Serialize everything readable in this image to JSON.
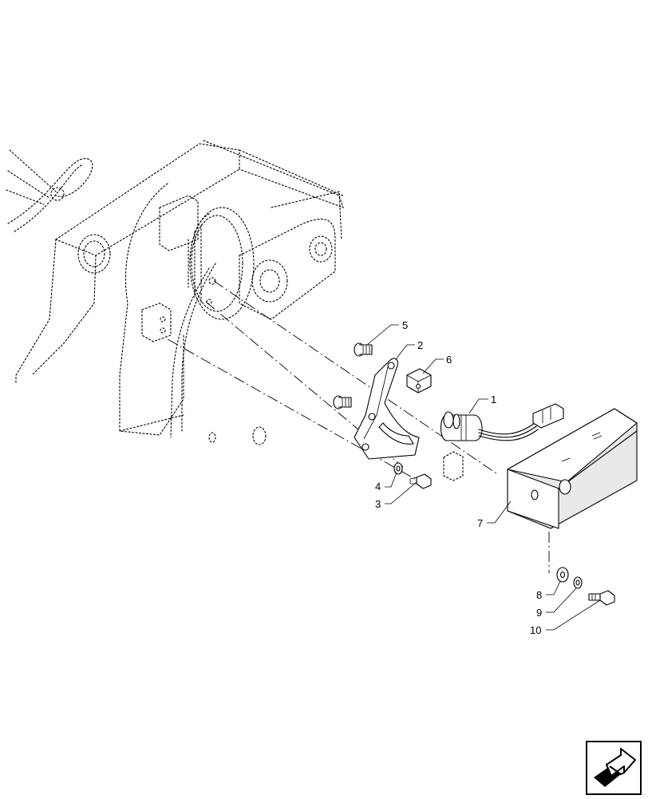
{
  "diagram": {
    "callouts": [
      {
        "id": "1",
        "label": "1"
      },
      {
        "id": "2",
        "label": "2"
      },
      {
        "id": "3",
        "label": "3"
      },
      {
        "id": "4",
        "label": "4"
      },
      {
        "id": "5",
        "label": "5"
      },
      {
        "id": "6",
        "label": "6"
      },
      {
        "id": "7",
        "label": "7"
      },
      {
        "id": "8",
        "label": "8"
      },
      {
        "id": "9",
        "label": "9"
      },
      {
        "id": "10",
        "label": "10"
      }
    ]
  },
  "nav": {
    "icon": "arrow-navigation-icon"
  }
}
